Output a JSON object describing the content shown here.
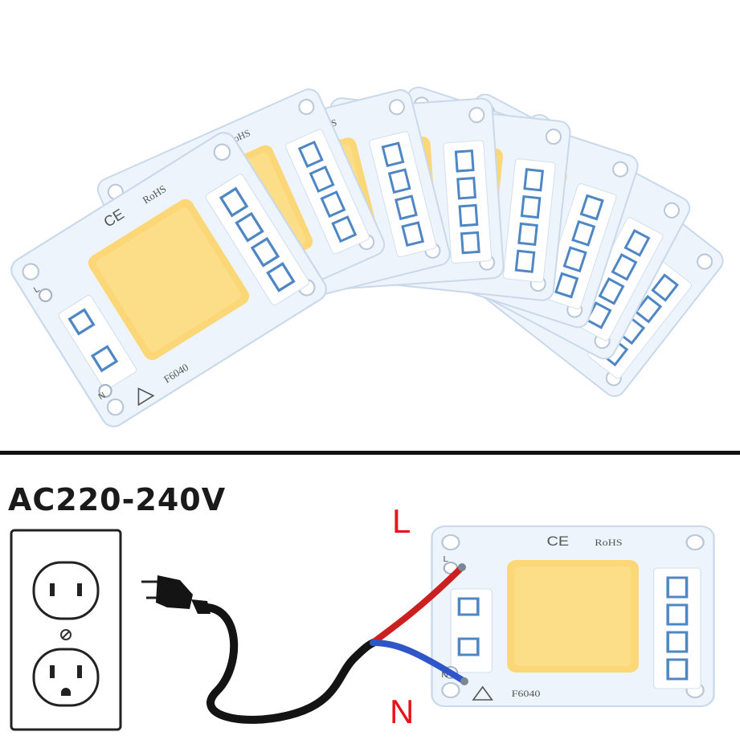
{
  "module": {
    "model": "F6040",
    "ce_mark": "CE",
    "rohs_mark": "RoHS",
    "terminal_l": "L",
    "terminal_n": "N"
  },
  "wiring": {
    "supply_label": "AC220-240V",
    "live_label": "L",
    "neutral_label": "N"
  },
  "colors": {
    "chip": "#fbd778",
    "board": "#eef4fb",
    "terminal_blue": "#4f86c4",
    "live_wire": "#cc1f1f",
    "neutral_wire": "#2e56c8",
    "cable": "#141414",
    "label_red": "#e8141b"
  },
  "icons": [
    "power-outlet-icon",
    "power-plug-icon",
    "warning-triangle-icon",
    "mounting-hole-icon"
  ]
}
